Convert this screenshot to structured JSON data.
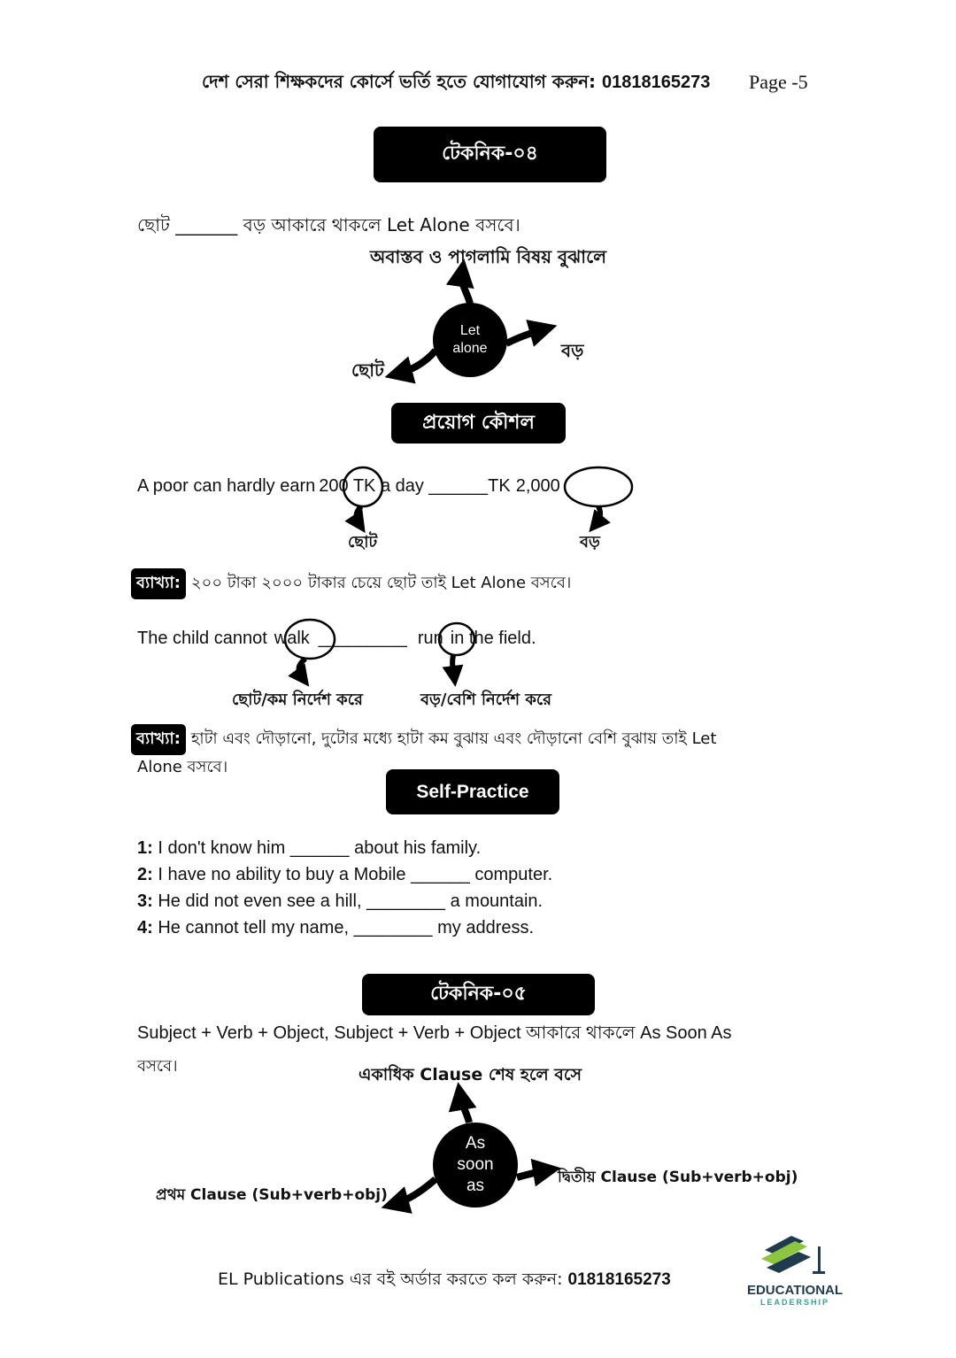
{
  "header": {
    "text": "দেশ সেরা শিক্ষকদের কোর্সে ভর্তি হতে যোগাযোগ করুন:",
    "phone": "01818165273",
    "page": "Page -5"
  },
  "technique4": {
    "title": "টেকনিক-০৪",
    "rule": "ছোট _______ বড় আকারে থাকলে Let Alone বসবে।",
    "diagram": {
      "top": "অবাস্তব ও পাগলামি বিষয় বুঝালে",
      "center_line1": "Let",
      "center_line2": "alone",
      "left": "ছোট",
      "right": "বড়"
    },
    "technique_label": "প্রয়োগ কৌশল",
    "example1": {
      "pre": "A poor can hardly earn",
      "c1": "200",
      "mid": "TK a day ______TK",
      "c2": "2,000",
      "label_left": "ছোট",
      "label_right": "বড়"
    },
    "explain_label": "ব্যাখ্যা:",
    "explain1": "২০০ টাকা ২০০০ টাকার চেয়ে ছোট তাই Let Alone বসবে।",
    "example2": {
      "pre": "The child cannot",
      "c1": "walk",
      "mid": "_________",
      "c2": "run",
      "post": "in the field.",
      "label_left": "ছোট/কম নির্দেশ করে",
      "label_right": "বড়/বেশি নির্দেশ করে"
    },
    "explain2_line1": "হাটা এবং দৌড়ানো, দুটোর মধ্যে হাটা কম বুঝায় এবং দৌড়ানো বেশি বুঝায় তাই Let",
    "explain2_line2": "Alone বসবে।"
  },
  "self_practice": {
    "title": "Self-Practice",
    "items": [
      {
        "num": "1:",
        "text": " I don't know him ______ about his family."
      },
      {
        "num": "2:",
        "text": " I have no ability to buy a Mobile ______ computer."
      },
      {
        "num": "3:",
        "text": " He did not even see a hill, ________ a mountain."
      },
      {
        "num": "4:",
        "text": " He cannot tell my name, ________ my address."
      }
    ]
  },
  "technique5": {
    "title": "টেকনিক-০৫",
    "rule_line1": "Subject + Verb + Object, Subject + Verb + Object আকারে থাকলে As Soon As",
    "rule_line2": "বসবে।",
    "diagram": {
      "top": "একাধিক Clause শেষ হলে বসে",
      "center_line1": "As",
      "center_line2": "soon",
      "center_line3": "as",
      "left": "প্রথম Clause (Sub+verb+obj)",
      "right": "দ্বিতীয় Clause (Sub+verb+obj)"
    }
  },
  "footer": {
    "text": "EL Publications এর বই অর্ডার করতে কল করুন:",
    "phone": "01818165273"
  },
  "logo": {
    "line1": "EDUCATIONAL",
    "line2": "LEADERSHIP",
    "color_dark": "#1f3b4d",
    "color_green": "#8cc63f",
    "color_teal": "#2aa39a"
  }
}
